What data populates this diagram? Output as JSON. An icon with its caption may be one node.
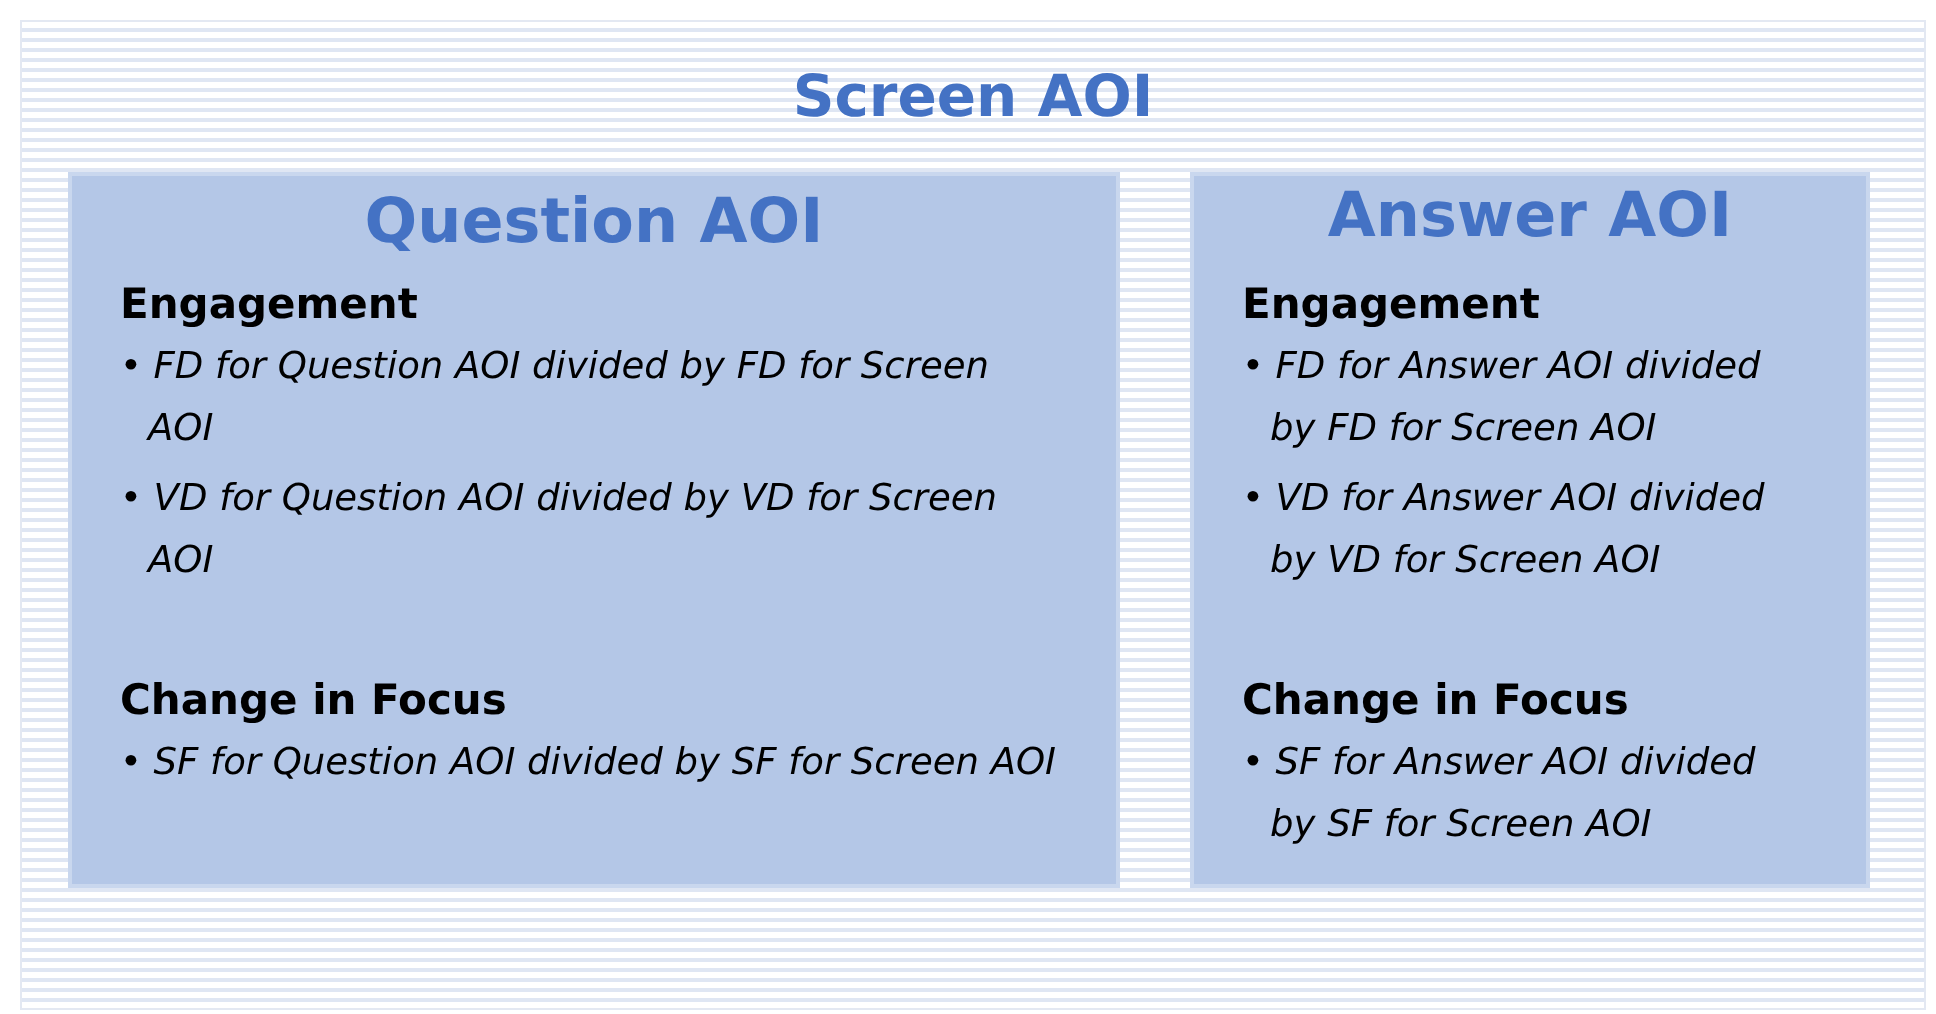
{
  "diagram": {
    "nodes": [
      {
        "text": [
          "Screen AOI"
        ]
      },
      {
        "text": [
          "Question AOI",
          "Engagement",
          "• FD for Question AOI divided by FD for Screen AOI",
          "• VD for Question AOI divided by VD for Screen AOI",
          "Change in Focus",
          "• SF for Question AOI divided by SF for Screen AOI"
        ],
        "in": 0
      },
      {
        "text": [
          "Answer AOI",
          "Engagement",
          "• FD for Answer AOI divided by FD for Screen AOI",
          "• VD for Answer AOI divided by VD for Screen AOI",
          "Change in Focus",
          "• SF for Answer AOI divided by SF for Screen AOI"
        ],
        "in": 0
      }
    ]
  }
}
